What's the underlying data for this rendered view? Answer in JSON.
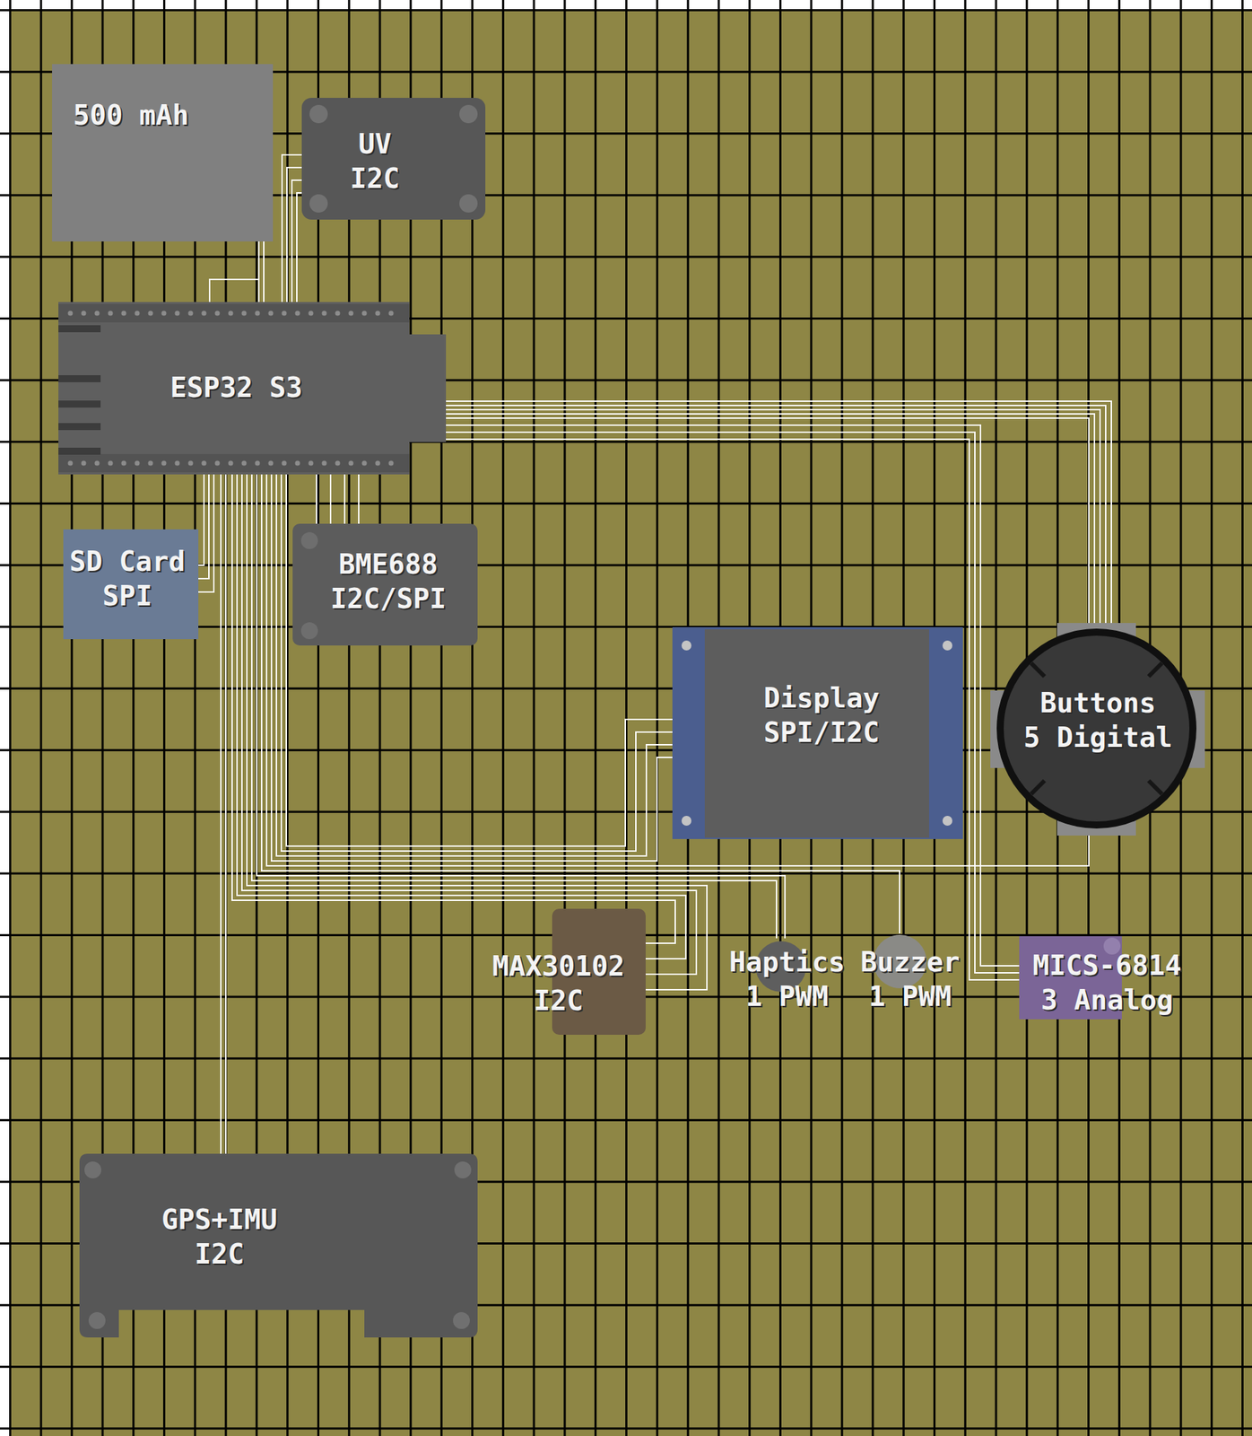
{
  "diagram": {
    "nodes": [
      {
        "text": [
          "500 mAh"
        ]
      },
      {
        "text": [
          "UV",
          "I2C"
        ]
      },
      {
        "text": [
          "ESP32 S3"
        ]
      },
      {
        "text": [
          "SD Card",
          "SPI"
        ]
      },
      {
        "text": [
          "BME688",
          "I2C/SPI"
        ]
      },
      {
        "text": [
          "Display",
          "SPI/I2C"
        ]
      },
      {
        "text": [
          "Buttons",
          "5 Digital"
        ]
      },
      {
        "text": [
          "MAX30102",
          "I2C"
        ]
      },
      {
        "text": [
          "Haptics",
          "1 PWM"
        ]
      },
      {
        "text": [
          "Buzzer",
          "1 PWM"
        ]
      },
      {
        "text": [
          "MICS-6814",
          "3 Analog"
        ]
      },
      {
        "text": [
          "GPS+IMU",
          "I2C"
        ]
      }
    ],
    "edges": [
      {
        "from": 0,
        "to": 2,
        "arrow": "none"
      },
      {
        "from": 1,
        "to": 2,
        "arrow": "none"
      },
      {
        "from": 2,
        "to": 6,
        "arrow": "none"
      },
      {
        "from": 2,
        "to": 10,
        "arrow": "none"
      },
      {
        "from": 2,
        "to": 3,
        "arrow": "none"
      },
      {
        "from": 2,
        "to": 4,
        "arrow": "none"
      },
      {
        "from": 2,
        "to": 11,
        "arrow": "none"
      },
      {
        "from": 2,
        "to": 5,
        "arrow": "none"
      },
      {
        "from": 2,
        "to": 7,
        "arrow": "none"
      },
      {
        "from": 2,
        "to": 8,
        "arrow": "none"
      },
      {
        "from": 2,
        "to": 9,
        "arrow": "none"
      },
      {
        "from": 2,
        "to": 6,
        "arrow": "none"
      }
    ]
  }
}
